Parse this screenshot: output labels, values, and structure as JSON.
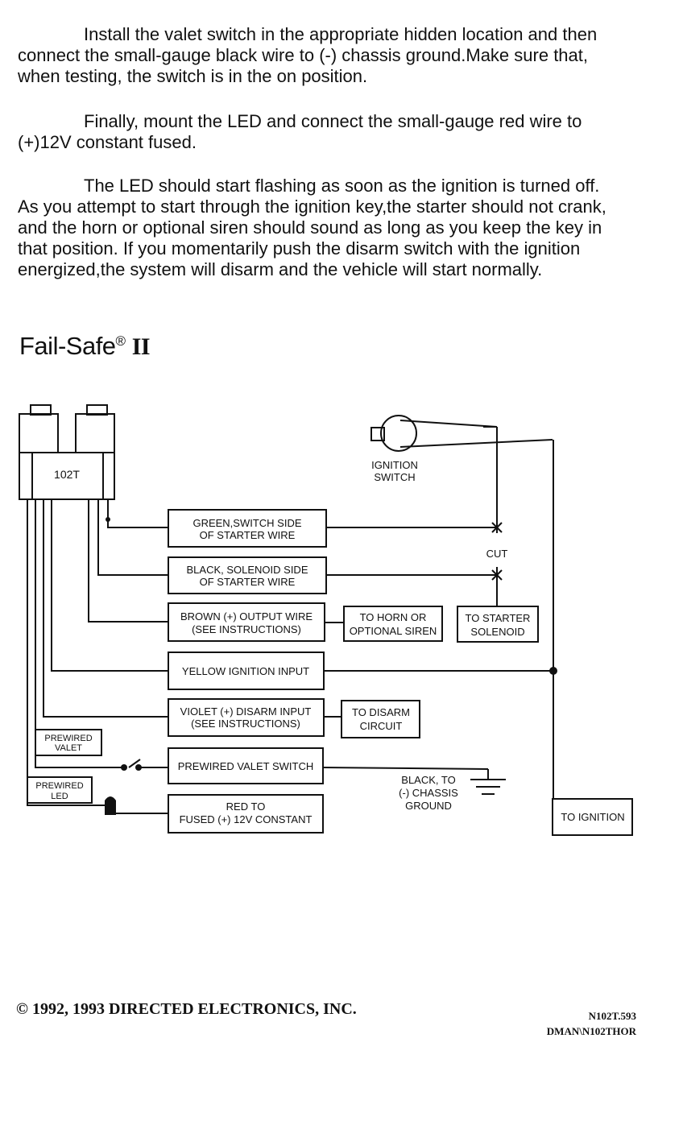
{
  "paragraphs": [
    {
      "first": "Install the valet switch in the appropriate hidden location and then",
      "lines": [
        "connect the small-gauge black wire to (-) chassis ground.Make sure that,",
        "when testing, the switch is in the on position."
      ]
    },
    {
      "first": "Finally, mount the LED and  connect the small-gauge red  wire to",
      "lines": [
        "(+)12V constant fused."
      ]
    },
    {
      "first": "The  LED should start flashing as soon as the ignition is turned off.",
      "lines": [
        "As you attempt to start through the ignition key,the starter should not crank,",
        "and the horn or optional siren should sound as long as you keep the key in",
        "that position. If you momentarily push the disarm switch with the ignition",
        "energized,the system will disarm and the vehicle will start normally."
      ]
    }
  ],
  "heading": {
    "name": "Fail-Safe",
    "mark": "®",
    "suffix": "II"
  },
  "diagram": {
    "module": "102T",
    "ignition_switch": [
      "IGNITION",
      "SWITCH"
    ],
    "cut": "CUT",
    "wires": {
      "green": [
        "GREEN,SWITCH SIDE",
        "OF STARTER WIRE"
      ],
      "black": [
        "BLACK, SOLENOID SIDE",
        "OF STARTER WIRE"
      ],
      "brown": [
        "BROWN (+) OUTPUT WIRE",
        "(SEE INSTRUCTIONS)"
      ],
      "yellow": [
        "YELLOW IGNITION INPUT"
      ],
      "violet": [
        "VIOLET (+) DISARM INPUT",
        "(SEE  INSTRUCTIONS)"
      ],
      "valet_switch": [
        "PREWIRED VALET SWITCH"
      ],
      "red": [
        "RED TO",
        "FUSED (+) 12V CONSTANT"
      ]
    },
    "targets": {
      "horn": [
        "TO HORN OR",
        "OPTIONAL SIREN"
      ],
      "starter": [
        "TO STARTER",
        "SOLENOID"
      ],
      "disarm": [
        "TO DISARM",
        "CIRCUIT"
      ],
      "ignition": [
        "TO IGNITION"
      ]
    },
    "prewired_valet": [
      "PREWIRED",
      "VALET"
    ],
    "prewired_led": [
      "PREWIRED",
      "LED"
    ],
    "ground": [
      "BLACK, TO",
      "(-) CHASSIS",
      "GROUND"
    ]
  },
  "footer": {
    "copyright": "© 1992, 1993 DIRECTED ELECTRONICS, INC.",
    "doc_lines": [
      "N102T.593",
      "DMAN\\N102THOR"
    ]
  }
}
